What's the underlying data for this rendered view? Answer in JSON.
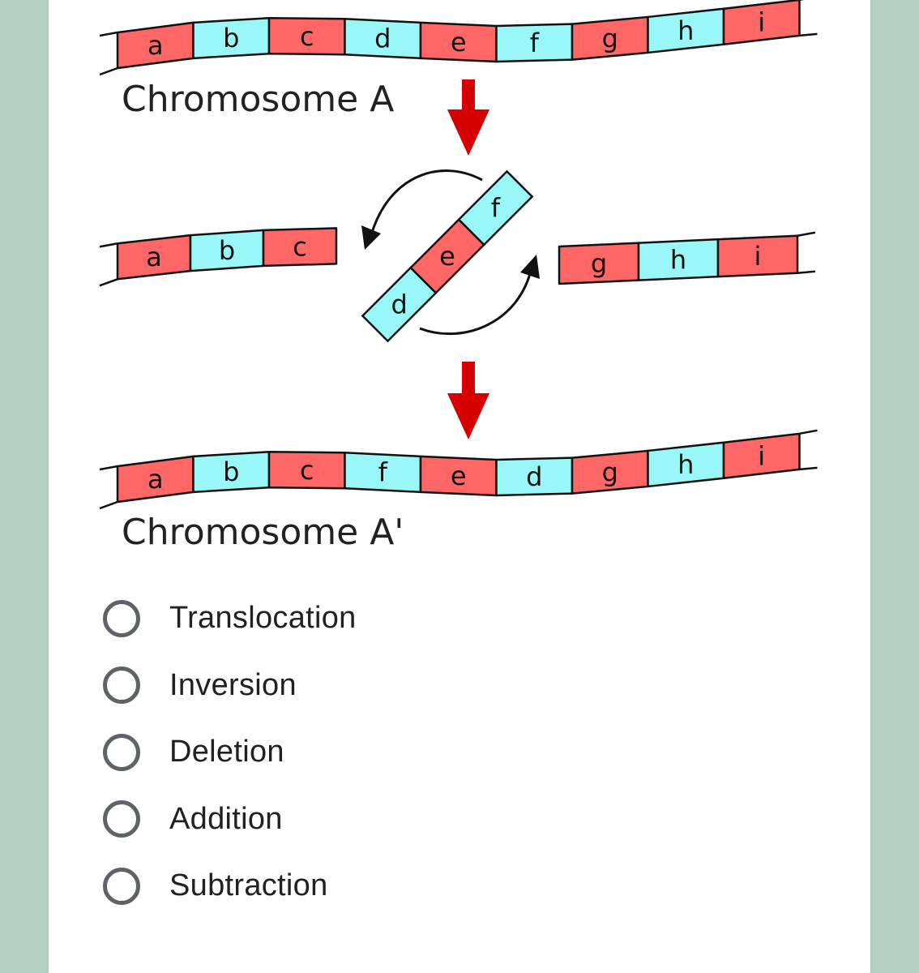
{
  "diagram": {
    "title_before": "Chromosome A",
    "title_after": "Chromosome A'",
    "colors": {
      "red_gene": "#ff6666",
      "cyan_gene": "#99f7f7",
      "arrow": "#d60000",
      "outline": "#111111"
    },
    "chromosome_before": [
      {
        "label": "a",
        "color": "red"
      },
      {
        "label": "b",
        "color": "cyan"
      },
      {
        "label": "c",
        "color": "red"
      },
      {
        "label": "d",
        "color": "cyan"
      },
      {
        "label": "e",
        "color": "red"
      },
      {
        "label": "f",
        "color": "cyan"
      },
      {
        "label": "g",
        "color": "red"
      },
      {
        "label": "h",
        "color": "cyan"
      },
      {
        "label": "i",
        "color": "red"
      }
    ],
    "broken_left": [
      {
        "label": "a",
        "color": "red"
      },
      {
        "label": "b",
        "color": "cyan"
      },
      {
        "label": "c",
        "color": "red"
      }
    ],
    "rotated_segment": [
      {
        "label": "d",
        "color": "cyan"
      },
      {
        "label": "e",
        "color": "red"
      },
      {
        "label": "f",
        "color": "cyan"
      }
    ],
    "broken_right": [
      {
        "label": "g",
        "color": "red"
      },
      {
        "label": "h",
        "color": "cyan"
      },
      {
        "label": "i",
        "color": "red"
      }
    ],
    "chromosome_after": [
      {
        "label": "a",
        "color": "red"
      },
      {
        "label": "b",
        "color": "cyan"
      },
      {
        "label": "c",
        "color": "red"
      },
      {
        "label": "f",
        "color": "cyan"
      },
      {
        "label": "e",
        "color": "red"
      },
      {
        "label": "d",
        "color": "cyan"
      },
      {
        "label": "g",
        "color": "red"
      },
      {
        "label": "h",
        "color": "cyan"
      },
      {
        "label": "i",
        "color": "red"
      }
    ]
  },
  "question": {
    "options": [
      {
        "label": "Translocation",
        "selected": false
      },
      {
        "label": "Inversion",
        "selected": false
      },
      {
        "label": "Deletion",
        "selected": false
      },
      {
        "label": "Addition",
        "selected": false
      },
      {
        "label": "Subtraction",
        "selected": false
      }
    ]
  }
}
